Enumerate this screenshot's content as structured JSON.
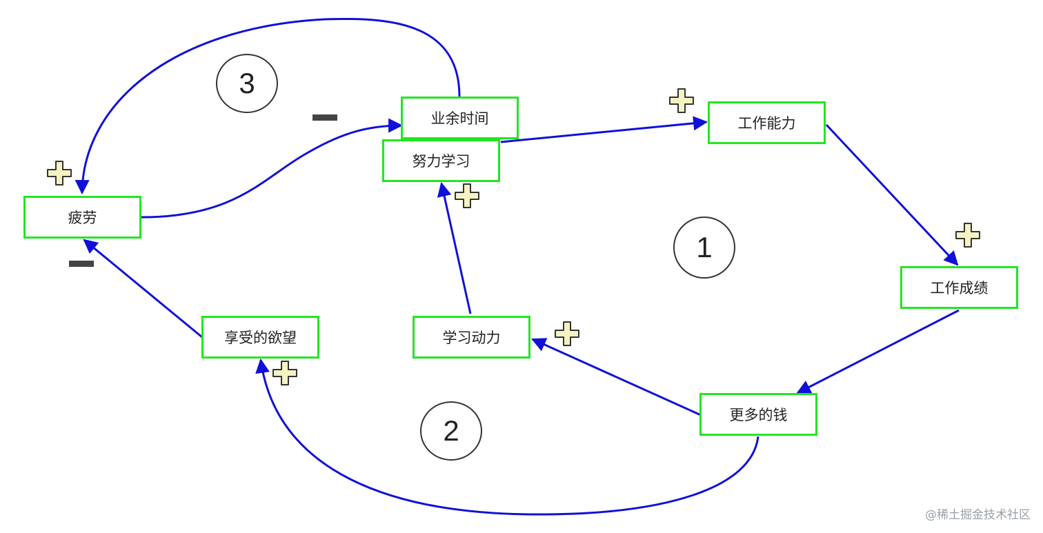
{
  "nodes": {
    "spare_time": "业余时间",
    "study_hard": "努力学习",
    "work_ability": "工作能力",
    "work_results": "工作成绩",
    "more_money": "更多的钱",
    "study_motivation": "学习动力",
    "desire_enjoy": "享受的欲望",
    "fatigue": "疲劳"
  },
  "loops": {
    "loop1": "1",
    "loop2": "2",
    "loop3": "3"
  },
  "watermark": "@稀土掘金技术社区",
  "colors": {
    "node_border": "#22e622",
    "arrow": "#1010d8",
    "plus_fill": "#f6f3c2",
    "minus": "#444444"
  },
  "polarity": {
    "plus": "+",
    "minus": "−"
  }
}
